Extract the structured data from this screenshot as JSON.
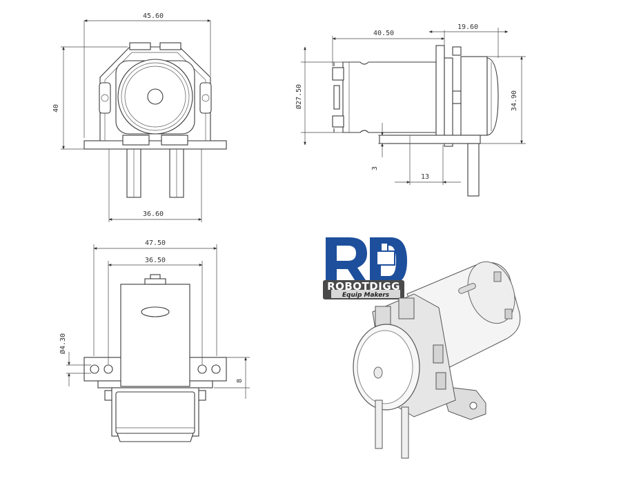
{
  "dimensions": {
    "front_width": "45.60",
    "front_height": "40",
    "front_tube_span": "36.60",
    "side_length": "40.50",
    "side_head": "19.60",
    "side_motor_dia": "Ø27.50",
    "side_total_height": "34.90",
    "side_foot": "3",
    "side_foot_len": "13",
    "top_width": "47.50",
    "top_hole_span": "36.50",
    "top_hole_dia": "Ø4.30",
    "top_flange": "8"
  },
  "logo": {
    "letters": "RD",
    "brand": "ROBOTDIGG",
    "tagline": "Equip Makers",
    "colors": {
      "blue": "#1d4f9c",
      "grey": "#4a4a4a"
    }
  }
}
